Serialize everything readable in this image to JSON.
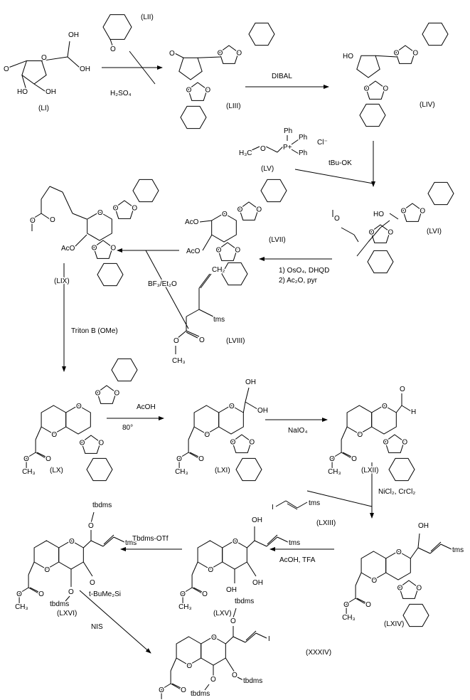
{
  "compounds": {
    "LI": "(LI)",
    "LII": "(LII)",
    "LIII": "(LIII)",
    "LIV": "(LIV)",
    "LV": "(LV)",
    "LVI": "(LVI)",
    "LVII": "(LVII)",
    "LVIII": "(LVIII)",
    "LIX": "(LIX)",
    "LX": "(LX)",
    "LXI": "(LXI)",
    "LXII": "(LXII)",
    "LXIII": "(LXIII)",
    "LXIV": "(LXIV)",
    "LXV": "(LXV)",
    "LXVI": "(LXVI)",
    "XXXIV": "(XXXIV)"
  },
  "reagents": {
    "h2so4": "H₂SO₄",
    "dibal": "DIBAL",
    "tbuok": "tBu-OK",
    "oso4": "1) OsO₄, DHQD",
    "ac2o": "2) Ac₂O, pyr",
    "bf3": "BF₃/Et₂O",
    "triton": "Triton B (OMe)",
    "acoh": "AcOH",
    "temp": "80°",
    "naio4": "NaIO₄",
    "nicl2": "NiCl₂, CrCl₂",
    "acoh_tfa": "AcOH, TFA",
    "tbdms_otf": "Tbdms-OTf",
    "nis": "NIS"
  },
  "atoms": {
    "O": "O",
    "OH": "OH",
    "HO": "HO",
    "AcO": "AcO",
    "Ph": "Ph",
    "P": "P+",
    "Cl": "Cl⁻",
    "H3C": "H₃C",
    "CH3": "CH₃",
    "CH2": "CH₂",
    "tms": "tms",
    "tbdms": "tbdms",
    "tbs_si": "t-BuMe₂Si",
    "I": "I",
    "H": "H"
  }
}
